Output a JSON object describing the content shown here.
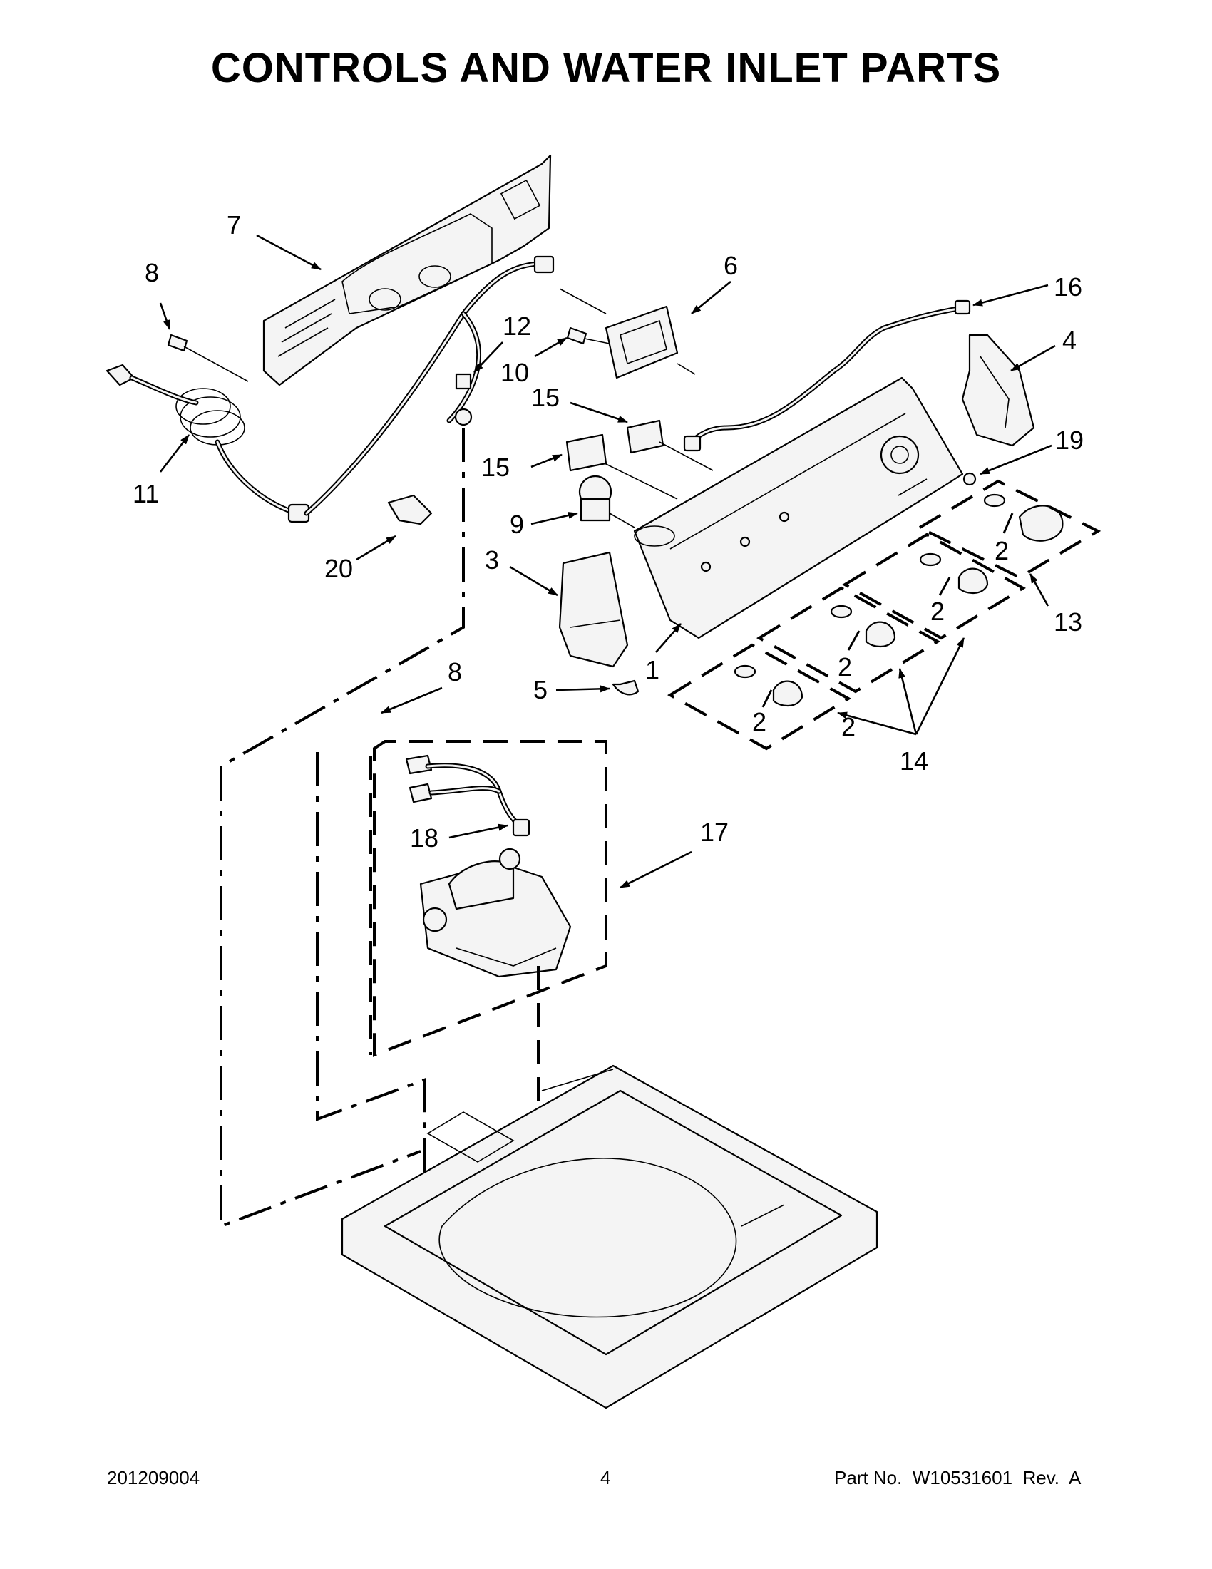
{
  "title": "CONTROLS AND WATER INLET PARTS",
  "footer": {
    "left": "201209004",
    "center": "4",
    "right": "Part No.  W10531601  Rev.  A"
  },
  "callouts": {
    "c7": "7",
    "c8a": "8",
    "c12": "12",
    "c6": "6",
    "c16": "16",
    "c4": "4",
    "c10": "10",
    "c15a": "15",
    "c15b": "15",
    "c19": "19",
    "c11": "11",
    "c9": "9",
    "c3": "3",
    "c20": "20",
    "c2a": "2",
    "c2b": "2",
    "c2c": "2",
    "c2d": "2",
    "c2e": "2",
    "c13": "13",
    "c1": "1",
    "c8b": "8",
    "c5": "5",
    "c14": "14",
    "c18": "18",
    "c17": "17"
  }
}
